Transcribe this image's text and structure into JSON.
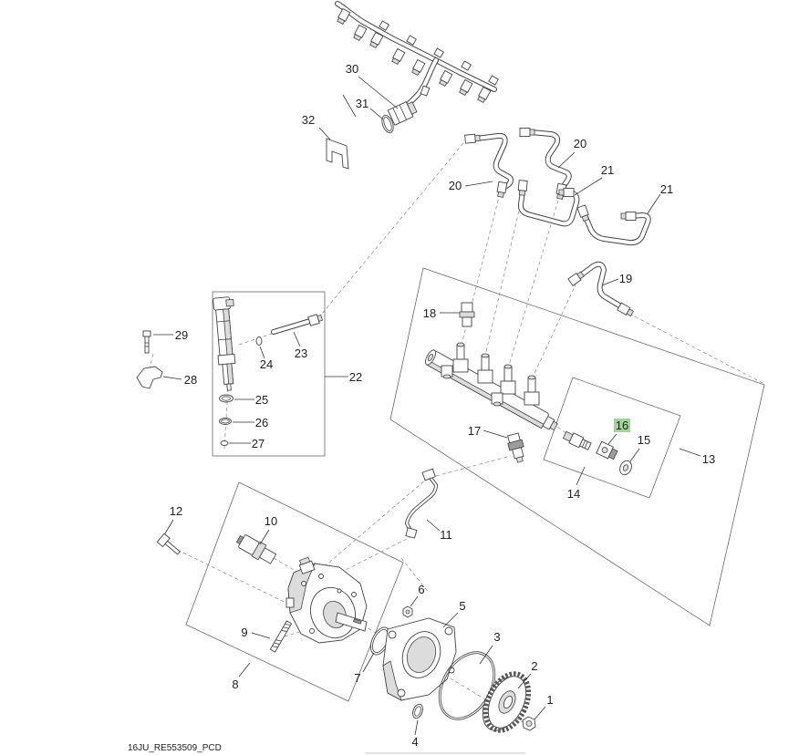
{
  "diagram": {
    "callouts": [
      {
        "label": "30"
      },
      {
        "label": "31"
      },
      {
        "label": "32"
      },
      {
        "label": "20"
      },
      {
        "label": "21"
      },
      {
        "label": "21"
      },
      {
        "label": "20"
      },
      {
        "label": "19"
      },
      {
        "label": "18"
      },
      {
        "label": "17"
      },
      {
        "label": "16",
        "highlighted": true
      },
      {
        "label": "15"
      },
      {
        "label": "14"
      },
      {
        "label": "13"
      },
      {
        "label": "29"
      },
      {
        "label": "28"
      },
      {
        "label": "24"
      },
      {
        "label": "23"
      },
      {
        "label": "22"
      },
      {
        "label": "25"
      },
      {
        "label": "26"
      },
      {
        "label": "27"
      },
      {
        "label": "12"
      },
      {
        "label": "10"
      },
      {
        "label": "11"
      },
      {
        "label": "9"
      },
      {
        "label": "8"
      },
      {
        "label": "7"
      },
      {
        "label": "6"
      },
      {
        "label": "5"
      },
      {
        "label": "4"
      },
      {
        "label": "3"
      },
      {
        "label": "2"
      },
      {
        "label": "1"
      }
    ],
    "footer_code": "16JU_RE553509_PCD"
  },
  "colors": {
    "highlight": "#a2d59c",
    "line": "#444444",
    "background": "#ffffff"
  }
}
